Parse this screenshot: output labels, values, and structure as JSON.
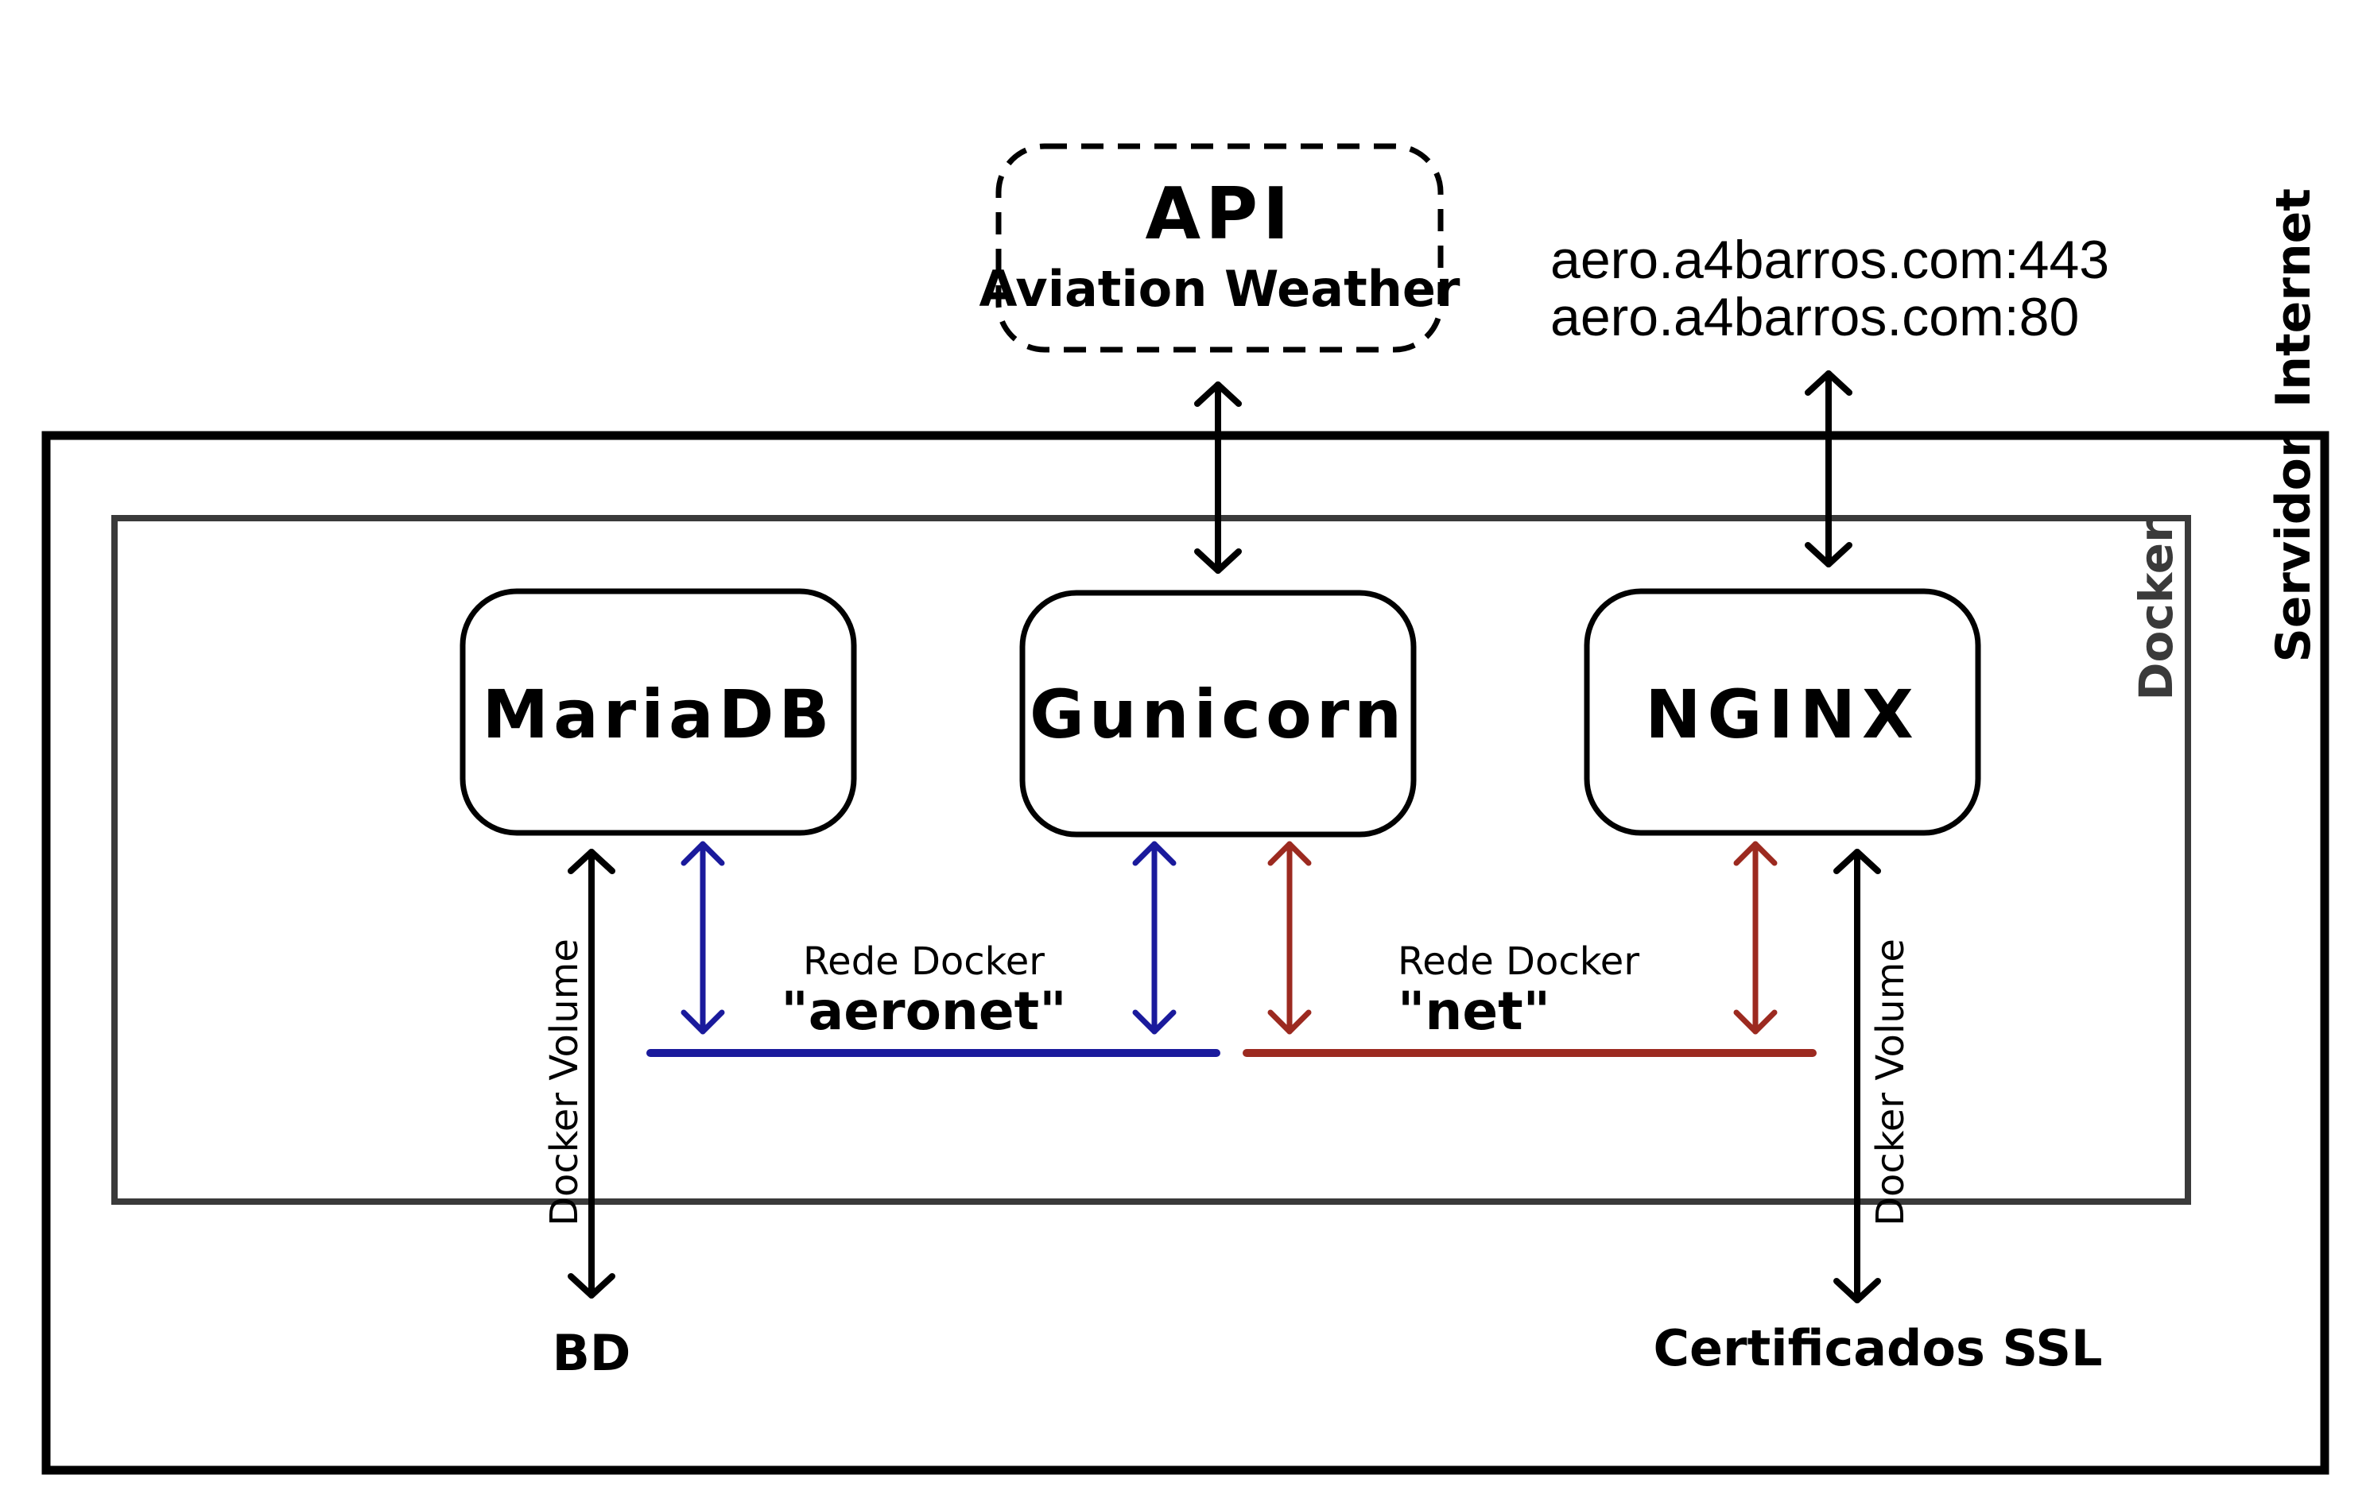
{
  "zones": {
    "internet": "Internet",
    "servidor": "Servidor",
    "docker": "Docker"
  },
  "api": {
    "title": "API",
    "subtitle": "Aviation Weather"
  },
  "urls": {
    "https": "aero.a4barros.com:443",
    "http": "aero.a4barros.com:80"
  },
  "services": {
    "mariadb": "MariaDB",
    "gunicorn": "Gunicorn",
    "nginx": "NGINX"
  },
  "networks": {
    "aeronet": {
      "caption": "Rede Docker",
      "name": "\"aeronet\"",
      "color": "#1a1a9c"
    },
    "net": {
      "caption": "Rede Docker",
      "name": "\"net\"",
      "color": "#9c2a20"
    }
  },
  "volumes": {
    "db_label": "Docker Volume",
    "db_target": "BD",
    "ssl_label": "Docker Volume",
    "ssl_target": "Certificados SSL"
  }
}
